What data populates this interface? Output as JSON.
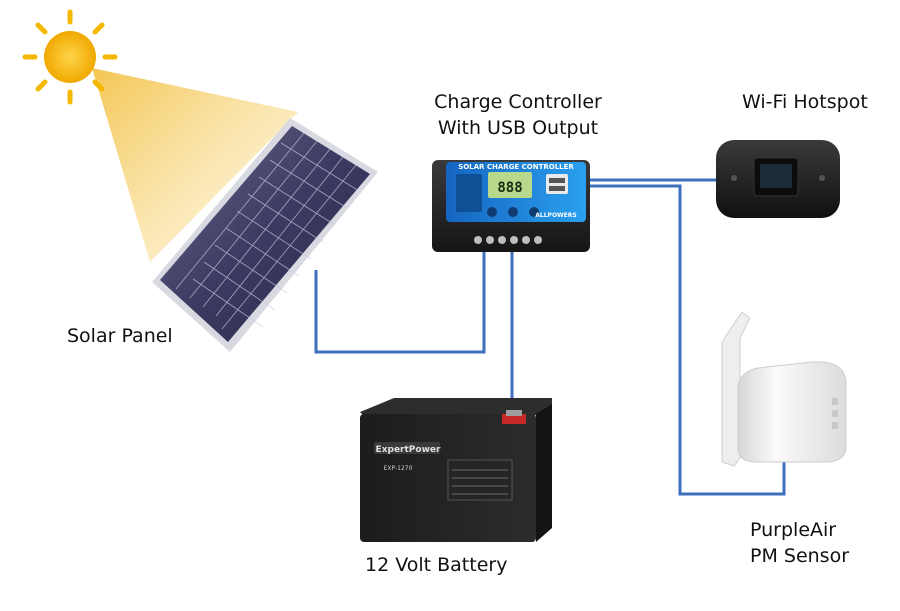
{
  "labels": {
    "solar_panel": "Solar Panel",
    "controller_line1": "Charge Controller",
    "controller_line2": "With USB Output",
    "hotspot": "Wi-Fi Hotspot",
    "sensor_line1": "PurpleAir",
    "sensor_line2": "PM Sensor",
    "battery": "12 Volt Battery"
  },
  "device_text": {
    "controller_header": "SOLAR CHARGE CONTROLLER",
    "controller_display": "888",
    "controller_brand": "ALLPOWERS",
    "battery_brand": "ExpertPower",
    "battery_model": "EXP-1270"
  },
  "colors": {
    "wire": "#3f6fbf",
    "controller_blue": "#1e88d8",
    "sun": "#f5b800"
  }
}
